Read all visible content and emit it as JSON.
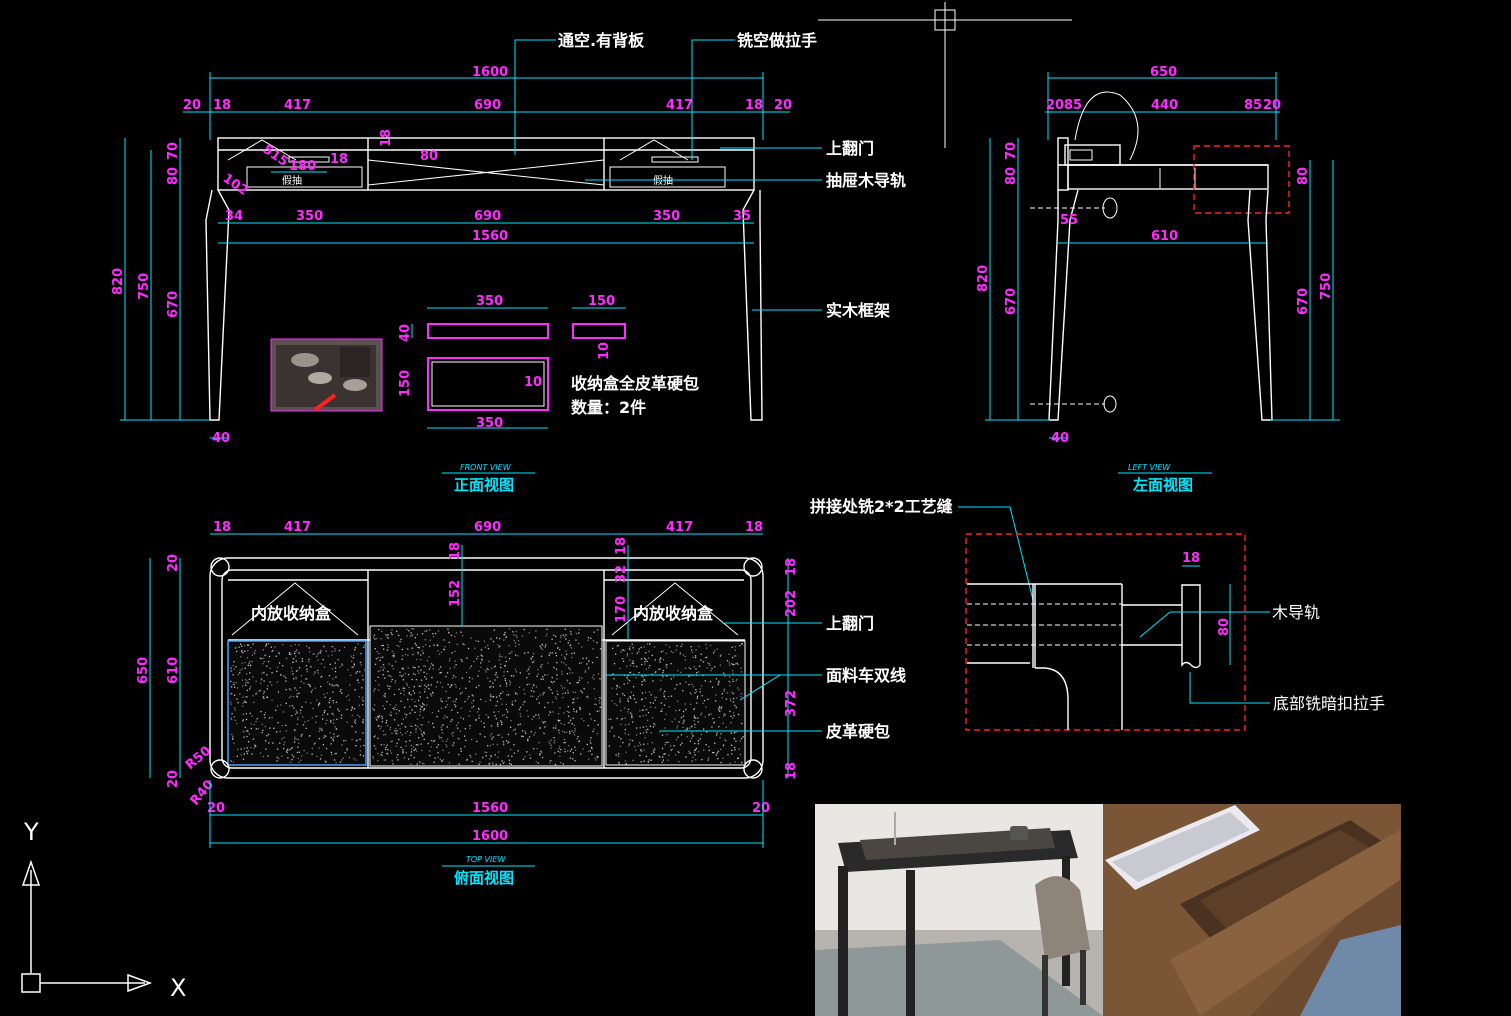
{
  "labels": {
    "tongkong": "通空.有背板",
    "xikong": "铣空做拉手",
    "shangfanmen": "上翻门",
    "chouti_daogui": "抽屉木导轨",
    "shimu_kuangjia": "实木框架",
    "shounahe": "收纳盒全皮革硬包",
    "shuliang": "数量：2件",
    "pinjie": "拼接处铣2*2工艺缝",
    "mu_daogui": "木导轨",
    "dibu_lashou": "底部铣暗扣拉手",
    "neifang_left": "内放收纳盒",
    "neifang_right": "内放收纳盒",
    "shangfanmen2": "上翻门",
    "mianliao": "面料车双线",
    "pige": "皮革硬包",
    "jiachou_left": "假抽",
    "jiachou_right": "假抽"
  },
  "titles": {
    "front_en": "FRONT VIEW",
    "front_cn": "正面视图",
    "left_en": "LEFT VIEW",
    "left_cn": "左面视图",
    "top_en": "TOP VIEW",
    "top_cn": "俯面视图"
  },
  "axis": {
    "y": "Y",
    "x": "X"
  },
  "dims_front": {
    "total": "1600",
    "d20a": "20",
    "d18a": "18",
    "d417a": "417",
    "d690": "690",
    "d417b": "417",
    "d18b": "18",
    "d20b": "20",
    "d34a": "34",
    "d350a": "350",
    "d690b": "690",
    "d350b": "350",
    "d35": "35",
    "d1560": "1560",
    "h820": "820",
    "h750": "750",
    "h670": "670",
    "h70": "70",
    "h80": "80",
    "w40": "40",
    "r515": "515",
    "w180": "180",
    "w18c": "18",
    "r102": "102",
    "h18": "18",
    "w80": "80"
  },
  "dims_box": {
    "w350a": "350",
    "w150": "150",
    "h40": "40",
    "h10": "10",
    "h150": "150",
    "w10": "10",
    "w350b": "350"
  },
  "dims_left": {
    "total": "650",
    "d20a": "20",
    "d85a": "85",
    "d440": "440",
    "d85b": "85",
    "d20b": "20",
    "h70": "70",
    "h80": "80",
    "h80b": "80",
    "d55": "55",
    "d610": "610",
    "h820": "820",
    "h670": "670",
    "h670b": "670",
    "h750": "750",
    "w40": "40"
  },
  "dims_top": {
    "d18a": "18",
    "d417a": "417",
    "d690": "690",
    "d417b": "417",
    "d18b": "18",
    "h20a": "20",
    "h650": "650",
    "h610": "610",
    "h20b": "20",
    "v18a": "18",
    "v152": "152",
    "v18b": "18",
    "v170": "170",
    "v32": "32",
    "r18a": "18",
    "r202": "202",
    "r372": "372",
    "r18b": "18",
    "r50": "R50",
    "r40": "R40",
    "d20c": "20",
    "d1560": "1560",
    "d20d": "20",
    "d1600": "1600"
  },
  "dims_detail": {
    "d18": "18",
    "d80": "80"
  },
  "colors": {
    "dim": "#00e5ff",
    "dimtext": "#ff2bff",
    "line": "#ffffff",
    "detail_box": "#ff2020",
    "background": "#000000"
  }
}
